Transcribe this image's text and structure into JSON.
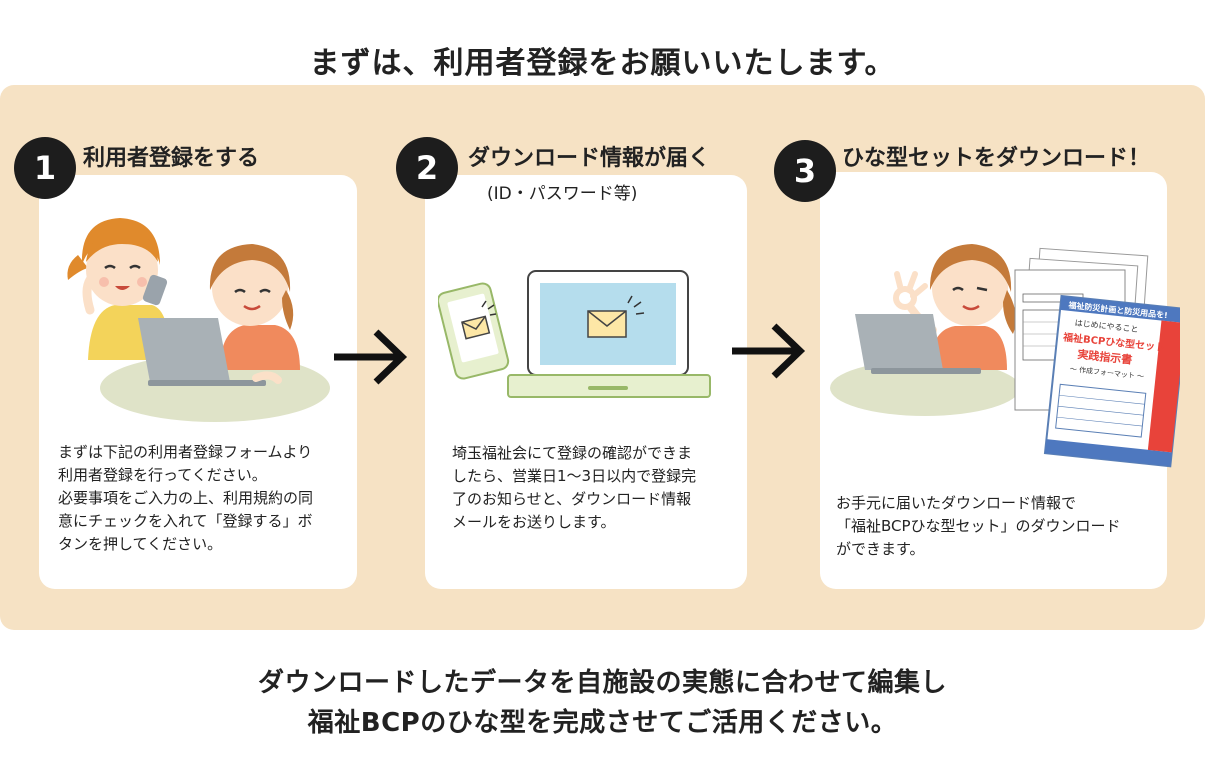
{
  "header": {
    "title": "まずは、利用者登録をお願いいたします。"
  },
  "steps": [
    {
      "number": "1",
      "title": "利用者登録をする",
      "description": [
        "まずは下記の利用者登録フォームより",
        "利用者登録を行ってください。",
        "必要事項をご入力の上、利用規約の同",
        "意にチェックを入れて「登録する」ボ",
        "タンを押してください。"
      ]
    },
    {
      "number": "2",
      "title": "ダウンロード情報が届く",
      "subtitle": "(ID・パスワード等)",
      "description": [
        "埼玉福祉会にて登録の確認ができま",
        "したら、営業日1〜3日以内で登録完",
        "了のお知らせと、ダウンロード情報",
        "メールをお送りします。"
      ]
    },
    {
      "number": "3",
      "title": "ひな型セットをダウンロード！",
      "description": [
        "お手元に届いたダウンロード情報で",
        "「福祉BCPひな型セット」のダウンロード",
        "ができます。"
      ]
    }
  ],
  "booklet": {
    "banner": "福祉防災計画と防災用品を!",
    "line1": "はじめにやること",
    "line2": "福祉BCPひな型セット",
    "line3": "実践指示書",
    "line4": "～ 作成フォーマット ～"
  },
  "footer": {
    "line1": "ダウンロードしたデータを自施設の実態に合わせて編集し",
    "line2": "福祉BCPのひな型を完成させてご活用ください。"
  },
  "colors": {
    "panel": "#f6e2c4",
    "badge": "#1d1d1d",
    "screen": "#a9d8ea",
    "accent": "#e8433a"
  }
}
